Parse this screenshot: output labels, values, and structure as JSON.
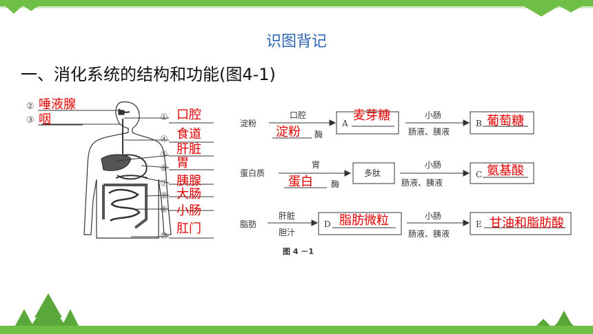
{
  "title": "识图背记",
  "heading": "一、消化系统的结构和功能(图4-1)",
  "organs": {
    "left": [
      {
        "num": "②",
        "label": "唾液腺"
      },
      {
        "num": "③",
        "label": "咽"
      }
    ],
    "right": [
      {
        "num": "①",
        "label": "口腔"
      },
      {
        "num": "④",
        "label": "食道"
      },
      {
        "num": "⑤",
        "label": "肝脏"
      },
      {
        "num": "⑥",
        "label": "胃"
      },
      {
        "num": "⑦",
        "label": "胰腺"
      },
      {
        "num": "⑧",
        "label": "大肠"
      },
      {
        "num": "⑨",
        "label": "小肠"
      },
      {
        "num": "⑩",
        "label": "肛门"
      }
    ]
  },
  "flow": {
    "starch": {
      "substrate": "淀粉",
      "organ1": "口腔",
      "enzyme_answer": "淀粉",
      "enzyme_suffix": "酶",
      "boxA_letter": "A",
      "boxA_answer": "麦芽糖",
      "organ2": "小肠",
      "juice2": "肠液、胰液",
      "boxB_letter": "B",
      "boxB_answer": "葡萄糖"
    },
    "protein": {
      "substrate": "蛋白质",
      "organ1": "胃",
      "enzyme_answer": "蛋白",
      "enzyme_suffix": "酶",
      "mid_box": "多肽",
      "organ2": "小肠",
      "juice2": "肠液、胰液",
      "boxC_letter": "C",
      "boxC_answer": "氨基酸"
    },
    "fat": {
      "substrate": "脂肪",
      "organ1": "肝脏",
      "juice1": "胆汁",
      "boxD_letter": "D",
      "boxD_answer": "脂肪微粒",
      "organ2": "小肠",
      "juice2": "肠液、胰液",
      "boxE_letter": "E",
      "boxE_answer": "甘油和脂肪酸"
    }
  },
  "caption": "图 4 －1"
}
